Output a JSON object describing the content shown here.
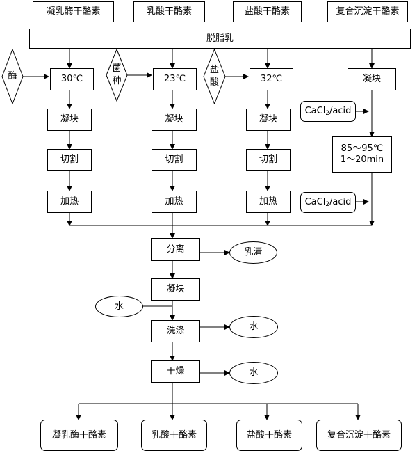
{
  "top_products": [
    "凝乳酶干酪素",
    "乳酸干酪素",
    "盐酸干酪素",
    "复合沉淀干酪素"
  ],
  "skim_milk": "脱脂乳",
  "additives": {
    "enzyme": "酶",
    "culture": [
      "菌",
      "种"
    ],
    "hcl": [
      "盐",
      "酸"
    ]
  },
  "temps": [
    "30℃",
    "23℃",
    "32℃"
  ],
  "steps": {
    "coagulate": "凝块",
    "cut": "切割",
    "heat": "加热"
  },
  "composite": {
    "coagulate": "凝块",
    "reagent_base": "CaCl",
    "reagent_sub": "2",
    "reagent_tail": "/acid",
    "cond_line1": "85～95℃",
    "cond_line2": "1～20min"
  },
  "process": {
    "separate": "分离",
    "whey": "乳清",
    "coagulate": "凝块",
    "water_in": "水",
    "wash": "洗涤",
    "water_out1": "水",
    "dry": "干燥",
    "water_out2": "水"
  },
  "bottom_products": [
    "凝乳酶干酪素",
    "乳酸干酪素",
    "盐酸干酪素",
    "复合沉淀干酪素"
  ]
}
